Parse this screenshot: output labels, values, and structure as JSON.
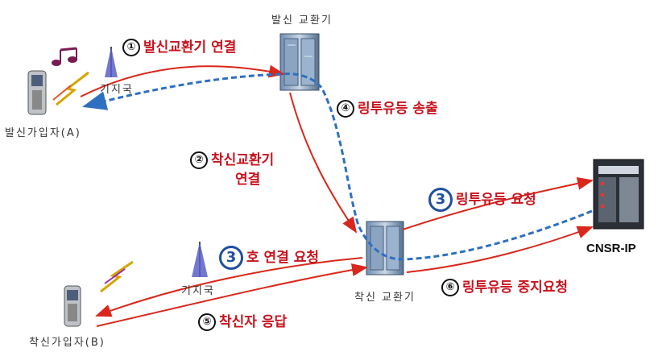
{
  "nodes": {
    "origin_switch": "발신 교환기",
    "dest_switch": "착신 교환기",
    "cnsr": "CNSR-IP",
    "base_station_top": "기지국",
    "base_station_bottom": "기지국",
    "caller": "발신가입자(A)",
    "callee": "착신가입자(B)"
  },
  "steps": [
    {
      "num": "①",
      "text": "발신교환기 연결"
    },
    {
      "num": "②",
      "text": "착신교환기"
    },
    {
      "num": "",
      "text": "연결"
    },
    {
      "num": "3",
      "text": "링투유등 요청"
    },
    {
      "num": "3",
      "text": "호 연결 요청"
    },
    {
      "num": "④",
      "text": "링투유등 송출"
    },
    {
      "num": "⑤",
      "text": "착신자 응답"
    },
    {
      "num": "⑥",
      "text": "링투유등 중지요청"
    }
  ],
  "colors": {
    "arrow_red": "#d9271c",
    "path_blue": "#2f6fc0",
    "label_red": "#c8141e"
  }
}
